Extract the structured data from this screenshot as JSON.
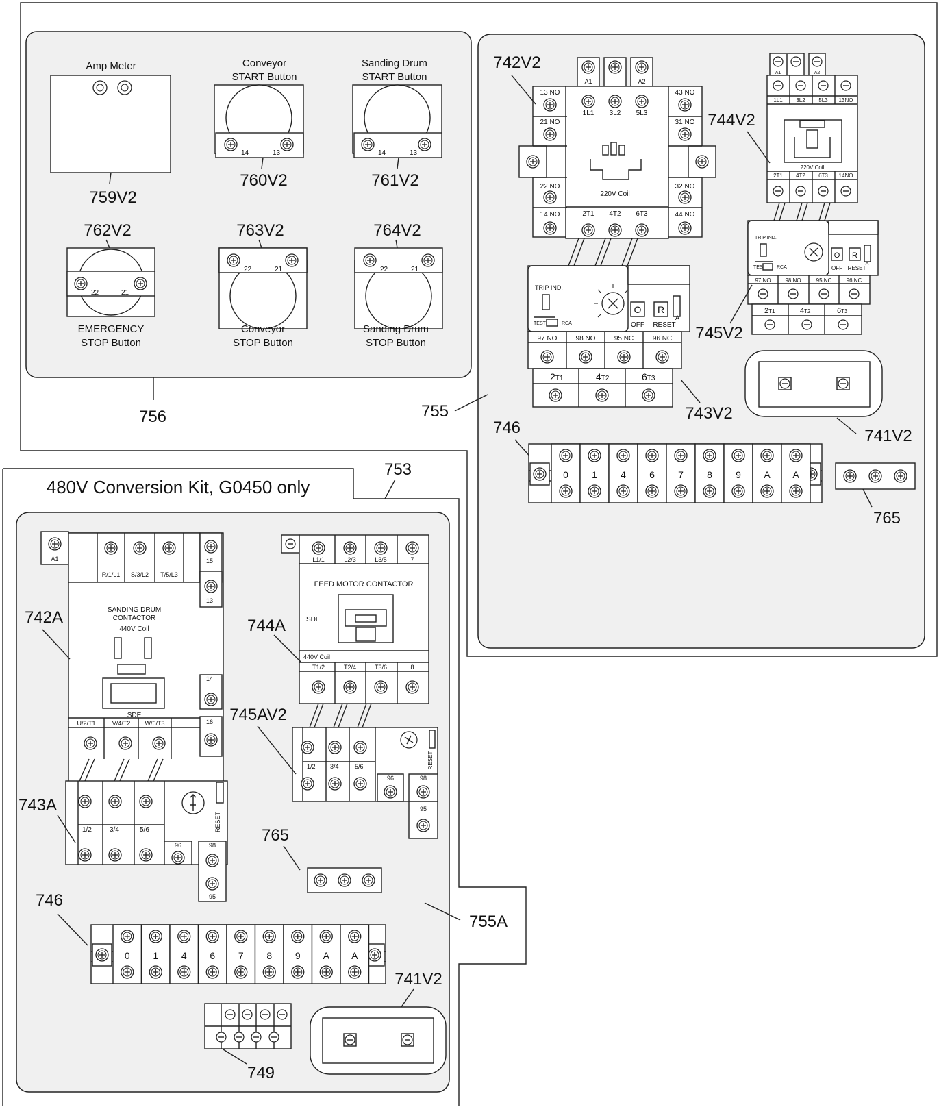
{
  "title": "480V Conversion Kit, G0450 only",
  "callouts": {
    "c742V2": "742V2",
    "c744V2": "744V2",
    "c745V2": "745V2",
    "c743V2": "743V2",
    "c741V2a": "741V2",
    "c746a": "746",
    "c765a": "765",
    "c755": "755",
    "c756": "756",
    "c753": "753",
    "c759V2": "759V2",
    "c760V2": "760V2",
    "c761V2": "761V2",
    "c762V2": "762V2",
    "c763V2": "763V2",
    "c764V2": "764V2",
    "c742A": "742A",
    "c744A": "744A",
    "c745AV2": "745AV2",
    "c743A": "743A",
    "c765b": "765",
    "c746b": "746",
    "c755A": "755A",
    "c741V2b": "741V2",
    "c749": "749"
  },
  "buttons": {
    "amp_l1": "Amp Meter",
    "conv_start_l1": "Conveyor",
    "conv_start_l2": "START Button",
    "drum_start_l1": "Sanding Drum",
    "drum_start_l2": "START Button",
    "emerg_l1": "EMERGENCY",
    "emerg_l2": "STOP Button",
    "conv_stop_l1": "Conveyor",
    "conv_stop_l2": "STOP Button",
    "drum_stop_l1": "Sanding Drum",
    "drum_stop_l2": "STOP Button",
    "t14": "14",
    "t13": "13",
    "t22": "22",
    "t21": "21"
  },
  "c742v2": {
    "top": [
      "A1",
      "A2"
    ],
    "main": [
      "1L1",
      "3L2",
      "5L3"
    ],
    "bottom": [
      "2T1",
      "4T2",
      "6T3"
    ],
    "left": [
      "13 NO",
      "21 NO",
      "22 NO",
      "14 NO"
    ],
    "right": [
      "43 NO",
      "31 NO",
      "32 NO",
      "44 NO"
    ],
    "coil": "220V Coil"
  },
  "c744v2": {
    "top": [
      "A1",
      "A2"
    ],
    "main": [
      "1L1",
      "3L2",
      "5L3",
      "13NO"
    ],
    "bottom": [
      "2T1",
      "4T2",
      "6T3",
      "14NO"
    ],
    "coil": "220V Coil"
  },
  "overload": {
    "trip": "TRIP IND.",
    "test": "TEST",
    "rca": "RCA",
    "o": "O",
    "r": "R",
    "off": "OFF",
    "reset": "RESET",
    "a": "A",
    "aux": [
      "97 NO",
      "98 NO",
      "95 NC",
      "96 NC"
    ],
    "out_main": [
      "2",
      "4",
      "6"
    ],
    "out_sub": [
      "T1",
      "T2",
      "T3"
    ]
  },
  "terminal_strip": {
    "labels": [
      "0",
      "1",
      "4",
      "6",
      "7",
      "8",
      "9",
      "A",
      "A"
    ]
  },
  "c742a": {
    "top": [
      "A1",
      "R/1/L1",
      "S/3/L2",
      "T/5/L3",
      "15",
      "13",
      "14",
      "16"
    ],
    "title1": "SANDING DRUM",
    "title2": "CONTACTOR",
    "coil": "440V Coil",
    "sde": "SDE",
    "bottom": [
      "U/2/T1",
      "V/4/T2",
      "W/6/T3"
    ]
  },
  "c744a": {
    "top": [
      "L1/1",
      "L2/3",
      "L3/5",
      "7"
    ],
    "title": "FEED MOTOR CONTACTOR",
    "sde": "SDE",
    "coil": "440V Coil",
    "bottom": [
      "T1/2",
      "T2/4",
      "T3/6",
      "8"
    ]
  },
  "ol480": {
    "ports": [
      "1/2",
      "3/4",
      "5/6"
    ],
    "aux": [
      "96",
      "98",
      "95"
    ],
    "reset": "RESET"
  }
}
